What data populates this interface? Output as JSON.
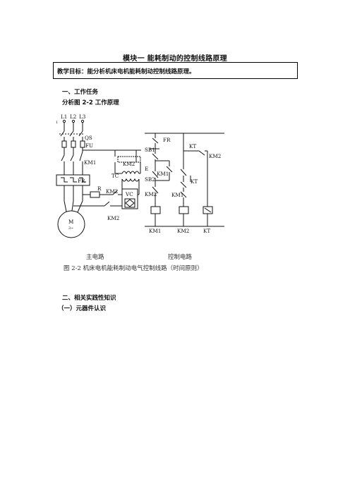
{
  "document": {
    "title": "模块一    能耗制动的控制线路原理",
    "goal": "教学目标：能分析机床电机能耗制动控制线路原理。",
    "section1": "一、工作任务",
    "subtask": "分析图 2-2 工作原理",
    "section2": "二、相关实践性知识",
    "subsection": "（一）元器件认识"
  },
  "figure": {
    "caption_main_circuit": "主电路",
    "caption_control_circuit": "控制电路",
    "caption": "图 2-2    机床电机能耗制动电气控制线路（时间原则）",
    "labels": {
      "l1": "L1",
      "l2": "L2",
      "l3": "L3",
      "qs": "QS",
      "fu": "FU",
      "km1": "KM1",
      "km2": "KM2",
      "tc": "TC",
      "vc": "VC",
      "fr": "FR",
      "r": "R",
      "motor": "M",
      "motor_phase": "3~",
      "sb1": "SB1",
      "sb2": "SB2",
      "kt": "KT",
      "e": "E",
      "small_mark": "1"
    }
  }
}
